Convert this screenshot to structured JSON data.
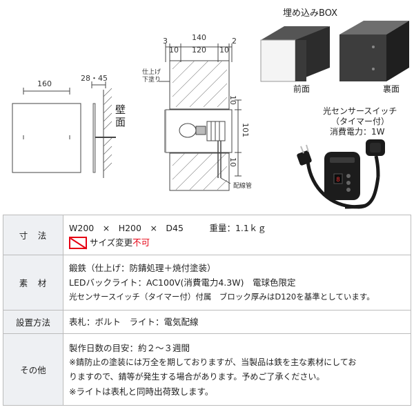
{
  "drawing": {
    "dim_160": "160",
    "dim_28_45": "28・45",
    "wall_label": "壁\n面",
    "dim_140": "140",
    "dim_3": "3",
    "dim_2": "2",
    "dim_10a": "10",
    "dim_120": "120",
    "dim_10b": "10",
    "finish_label": "仕上げ\n下塗り",
    "dim_r10a": "10",
    "dim_101": "101",
    "dim_r10b": "10",
    "conduit_label": "配線管"
  },
  "box": {
    "title": "埋め込みBOX",
    "front_label": "前面",
    "back_label": "裏面"
  },
  "sensor": {
    "line1": "光センサースイッチ",
    "line2": "（タイマー付）",
    "line3": "消費電力：1W"
  },
  "spec": {
    "rows": [
      {
        "head": "寸　法",
        "lines": [
          "W200　×　H200　×　D45　　　重量：1.1ｋｇ"
        ],
        "ng_text": "サイズ変更",
        "ng_red": "不可"
      },
      {
        "head": "素　材",
        "lines": [
          "鍛鉄（仕上げ：防錆処理＋焼付塗装）",
          "LEDバックライト：AC100V(消費電力4.3W)　電球色限定",
          "光センサースイッチ（タイマー付）付属　ブロック厚みはD120を基準としています。"
        ]
      },
      {
        "head": "設置方法",
        "lines": [
          "表札：ボルト　ライト：電気配線"
        ]
      },
      {
        "head": "その他",
        "lines": [
          "製作日数の目安：約２～３週間",
          "※錆防止の塗装には万全を期しておりますが、当製品は鉄を主な素材にしてお",
          "りますので、錆等が発生する場合があります。予めご了承ください。",
          "※ライトは表札と同時出荷致します。"
        ]
      }
    ]
  }
}
